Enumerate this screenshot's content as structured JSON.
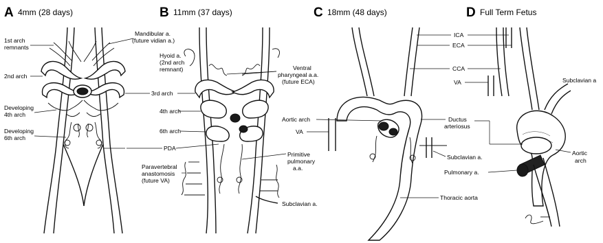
{
  "panels": [
    {
      "letter": "A",
      "subtitle": "4mm (28 days)"
    },
    {
      "letter": "B",
      "subtitle": "11mm (37 days)"
    },
    {
      "letter": "C",
      "subtitle": "18mm (48 days)"
    },
    {
      "letter": "D",
      "subtitle": "Full Term Fetus"
    }
  ],
  "labels": {
    "a_1st_arch_1": "1st arch",
    "a_1st_arch_2": "remnants",
    "a_2nd_arch": "2nd arch",
    "a_dev4_1": "Developing",
    "a_dev4_2": "4th arch",
    "a_dev6_1": "Developing",
    "a_dev6_2": "6th arch",
    "a_mandib_1": "Mandibular a.",
    "a_mandib_2": "(future vidian a.)",
    "b_hyoid_1": "Hyoid a.",
    "b_hyoid_2": "(2nd arch",
    "b_hyoid_3": "remnant)",
    "b_3rd_arch": "3rd arch",
    "b_4th_arch": "4th arch",
    "b_6th_arch": "6th arch",
    "b_pda": "PDA",
    "b_paravert_1": "Paravertebral",
    "b_paravert_2": "anastomosis",
    "b_paravert_3": "(future VA)",
    "b_ventral_1": "Ventral",
    "b_ventral_2": "pharyngeal a.a.",
    "b_ventral_3": "(future ECA)",
    "b_primitive_1": "Primitive",
    "b_primitive_2": "pulmonary",
    "b_primitive_3": "a.a.",
    "b_subclavian": "Subclavian a.",
    "c_aortic_arch": "Aortic arch",
    "c_va": "VA",
    "c_subclavian": "Subclavian a.",
    "c_thoracic": "Thoracic aorta",
    "d_ica": "ICA",
    "d_eca": "ECA",
    "d_cca": "CCA",
    "d_va": "VA",
    "d_ductus_1": "Ductus",
    "d_ductus_2": "arteriosus",
    "d_pulmonary": "Pulmonary a.",
    "d_subclavian": "Subclavian a",
    "d_aortic_1": "Aortic",
    "d_aortic_2": "arch"
  }
}
